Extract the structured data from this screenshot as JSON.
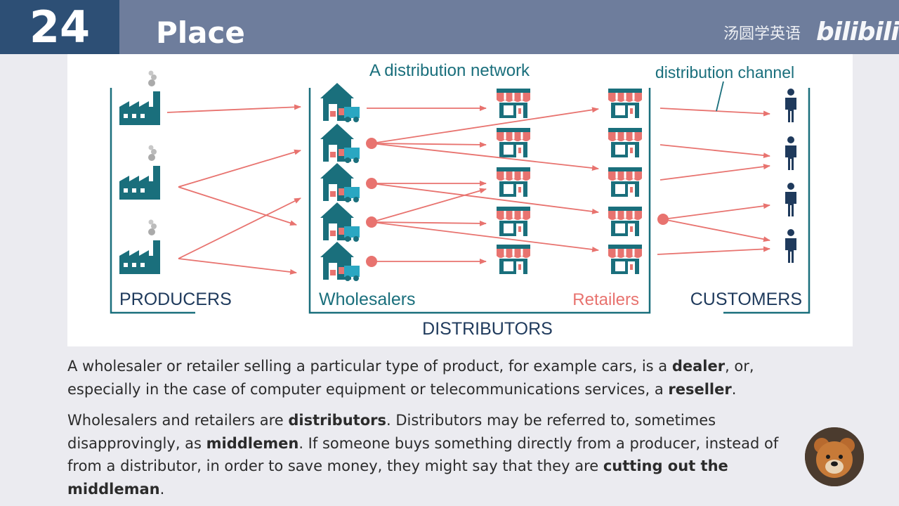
{
  "header": {
    "number": "24",
    "title": "Place",
    "watermark_cn": "汤圆学英语",
    "watermark_logo": "bilibili"
  },
  "diagram": {
    "network_label": "A distribution network",
    "channel_label": "distribution channel",
    "producers_label": "PRODUCERS",
    "wholesalers_label": "Wholesalers",
    "retailers_label": "Retailers",
    "customers_label": "CUSTOMERS",
    "distributors_label": "DISTRIBUTORS",
    "colors": {
      "teal": "#1a6f7c",
      "arrow": "#e8736f",
      "navy": "#1f3a5c",
      "awning_red": "#e8736f"
    }
  },
  "paragraph1": {
    "t1": "A wholesaler or retailer selling a particular type of product, for example cars, is a ",
    "b1": "dealer",
    "t2": ", or, especially in the case of computer equipment or telecommunications services, a ",
    "b2": "reseller",
    "t3": "."
  },
  "paragraph2": {
    "t1": "Wholesalers and retailers are ",
    "b1": "distributors",
    "t2": ". Distributors may be referred to, sometimes disapprovingly, as ",
    "b2": "middlemen",
    "t3": ". If someone buys something directly from a producer, instead of from a distributor, in order to save money, they might say that they are ",
    "b3": "cutting out the middleman",
    "t4": "."
  },
  "avatar": {
    "icon": "teddy-bear-avatar"
  }
}
